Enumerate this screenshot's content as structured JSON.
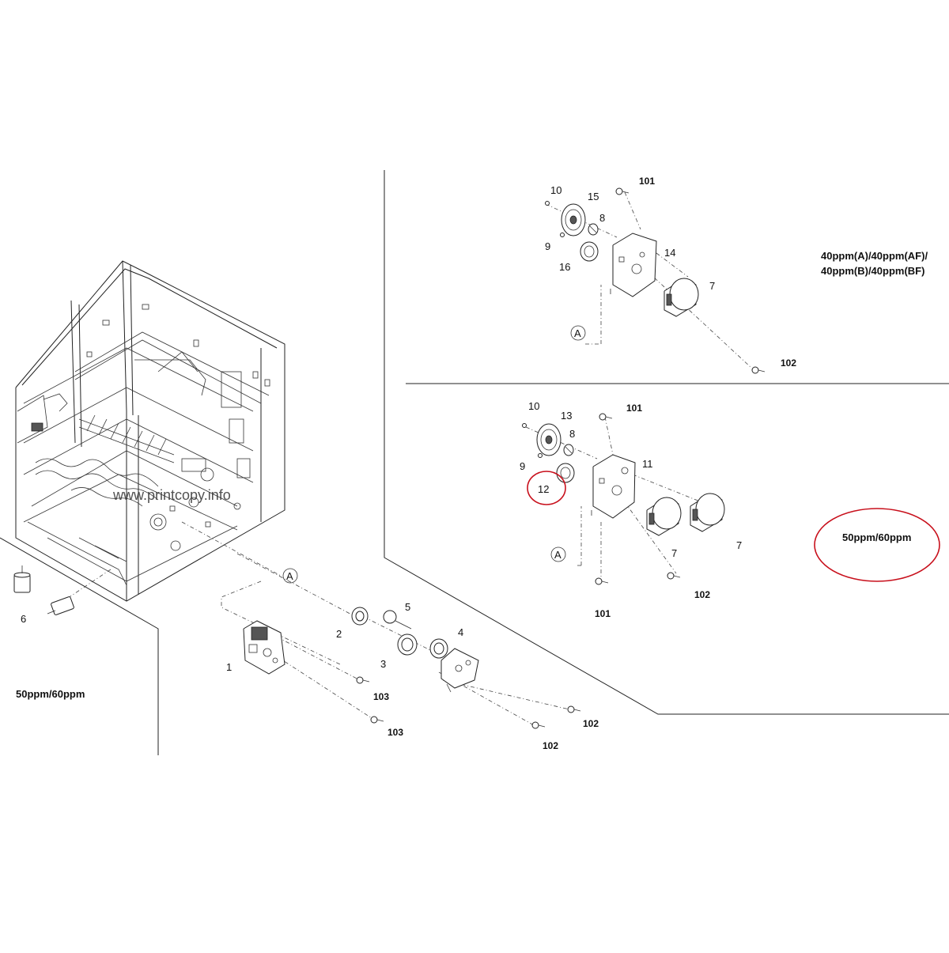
{
  "watermark": "www.printcopy.info",
  "reference_A": "A",
  "variants": {
    "left": "50ppm/60ppm",
    "top_right_line1": "40ppm(A)/40ppm(AF)/",
    "top_right_line2": "40ppm(B)/40ppm(BF)",
    "bottom_right": "50ppm/60ppm"
  },
  "main_assembly": {
    "labels": {
      "p1": "1",
      "p2": "2",
      "p3": "3",
      "p4": "4",
      "p5": "5",
      "p6": "6",
      "s103a": "103",
      "s103b": "103",
      "s102a": "102",
      "s102b": "102"
    }
  },
  "top_detail": {
    "labels": {
      "p10": "10",
      "p15": "15",
      "p8": "8",
      "p9": "9",
      "p16": "16",
      "p14": "14",
      "p7": "7",
      "s101": "101",
      "s102": "102"
    }
  },
  "bottom_detail": {
    "labels": {
      "p10": "10",
      "p13": "13",
      "p8": "8",
      "p9": "9",
      "p12": "12",
      "p11": "11",
      "p7a": "7",
      "p7b": "7",
      "s101a": "101",
      "s101b": "101",
      "s102": "102"
    }
  },
  "highlight_color": "#c8101c",
  "icons": [
    "screw-icon",
    "gear-icon",
    "motor-icon",
    "bracket-icon",
    "spring-icon",
    "solenoid-icon"
  ]
}
